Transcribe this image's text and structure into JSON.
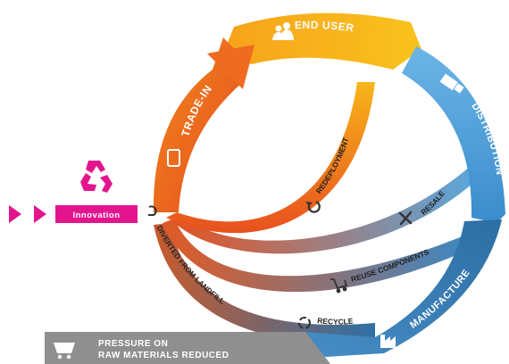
{
  "segments": {
    "end_user": "END USER",
    "distribution": "DISTRIBUTION",
    "manufacture": "MANUFACTURE",
    "trade_in": "TRADE-IN"
  },
  "flows": {
    "redeployment": "REDEPLOYMENT",
    "resale": "RESALE",
    "reuse_components": "REUSE COMPONENTS",
    "recycle": "RECYCLE",
    "diverted": "DIVERTED FROM LANDFILL"
  },
  "innovation": {
    "label": "Innovation"
  },
  "pressure_banner": {
    "line1": "PRESSURE ON",
    "line2": "RAW MATERIALS REDUCED"
  },
  "icons": {
    "end_user": "people-icon",
    "distribution": "truck-icon",
    "manufacture": "factory-icon",
    "trade_in": "phone-icon",
    "redeployment": "refresh-icon",
    "resale": "tools-icon",
    "reuse_components": "cart-icon",
    "recycle": "recycle-icon",
    "diverted": "return-arrow-icon",
    "innovation": "recycle-icon",
    "pressure": "minecart-icon"
  },
  "colors": {
    "end_user": "#f5b21a",
    "distribution": "#4a9fd8",
    "manufacture": "#2f74a8",
    "trade_in": "#ec5a22",
    "innovation": "#e3158e",
    "banner": "#8f8f8f"
  }
}
